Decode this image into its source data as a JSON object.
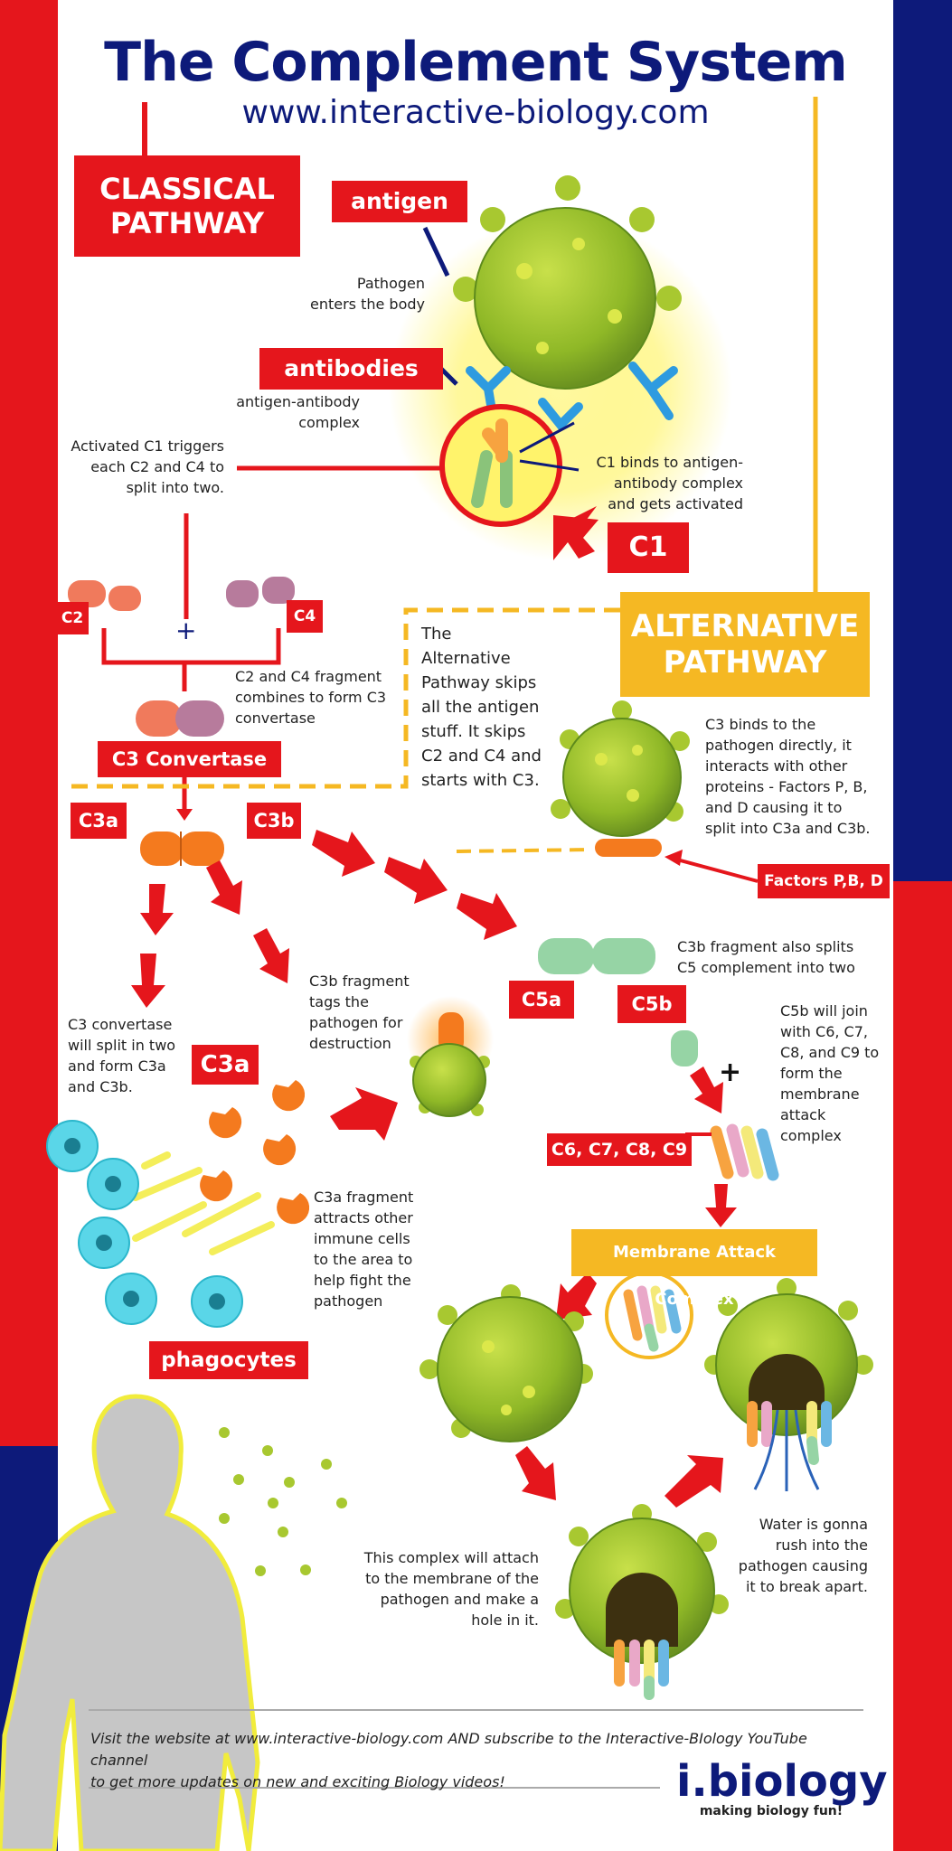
{
  "header": {
    "title": "The Complement System",
    "subtitle": "www.interactive-biology.com"
  },
  "classical": {
    "label_line1": "CLASSICAL",
    "label_line2": "PATHWAY",
    "antigen_label": "antigen",
    "antibodies_label": "antibodies",
    "pathogen_note_1": "Pathogen",
    "pathogen_note_2": "enters the body",
    "complex_note_1": "antigen-antibody",
    "complex_note_2": "complex",
    "c1_trigger_1": "Activated C1 triggers",
    "c1_trigger_2": "each C2 and C4 to",
    "c1_trigger_3": "split into two.",
    "c1_binds_1": "C1 binds to antigen-",
    "c1_binds_2": "antibody complex",
    "c1_binds_3": "and gets activated",
    "c1_label": "C1",
    "c2_label": "C2",
    "c4_label": "C4",
    "plus": "+",
    "c2c4_note_1": "C2 and C4 fragment",
    "c2c4_note_2": "combines to form C3",
    "c2c4_note_3": "convertase",
    "c3_convertase_label": "C3  Convertase"
  },
  "alternative": {
    "label_line1": "ALTERNATIVE",
    "label_line2": "PATHWAY",
    "skip_note": [
      "The",
      "Alternative",
      "Pathway skips",
      "all the antigen",
      "stuff. It skips",
      "C2 and C4 and",
      "starts with C3."
    ],
    "c3_binds_note": [
      "C3 binds to the",
      "pathogen directly, it",
      "interacts with other",
      "proteins - Factors P, B,",
      "and D causing it to",
      "split into C3a and C3b."
    ],
    "factors_label": "Factors P,B, D"
  },
  "c3": {
    "c3a_label": "C3a",
    "c3b_label": "C3b",
    "split_note": [
      "C3 convertase",
      "will split in two",
      "and form C3a",
      "and C3b."
    ],
    "tag_note": [
      "C3b fragment",
      "tags the",
      "pathogen for",
      "destruction"
    ],
    "c3a_big_label": "C3a",
    "attract_note": [
      "C3a fragment",
      "attracts other",
      "immune cells",
      "to the area to",
      "help fight the",
      "pathogen"
    ],
    "phagocytes_label": "phagocytes"
  },
  "c5": {
    "split_note_1": "C3b fragment also splits",
    "split_note_2": "C5 complement into two",
    "c5a_label": "C5a",
    "c5b_label": "C5b",
    "join_note": [
      "C5b will join",
      "with C6, C7,",
      "C8, and C9 to",
      "form the",
      "membrane",
      "attack",
      "complex"
    ],
    "plus": "+",
    "c6_c9_label": "C6, C7, C8, C9"
  },
  "mac": {
    "label": "Membrane Attack Complex",
    "attach_note": [
      "This complex will attach",
      "to the membrane of the",
      "pathogen and make a",
      "hole in it."
    ],
    "water_note": [
      "Water is gonna",
      "rush into the",
      "pathogen causing",
      "it to break apart."
    ]
  },
  "footer": {
    "line1": "Visit the website at www.interactive-biology.com AND subscribe to the Interactive-BIology YouTube channel",
    "line2": "to get more updates on new and exciting Biology videos!",
    "logo": "i.biology",
    "tagline": "making biology fun!"
  },
  "colors": {
    "red": "#e5161c",
    "navy": "#0d1a7a",
    "yellow": "#f5b823",
    "pathogen_green": "#8fb827",
    "c3_orange": "#f47a1e"
  }
}
